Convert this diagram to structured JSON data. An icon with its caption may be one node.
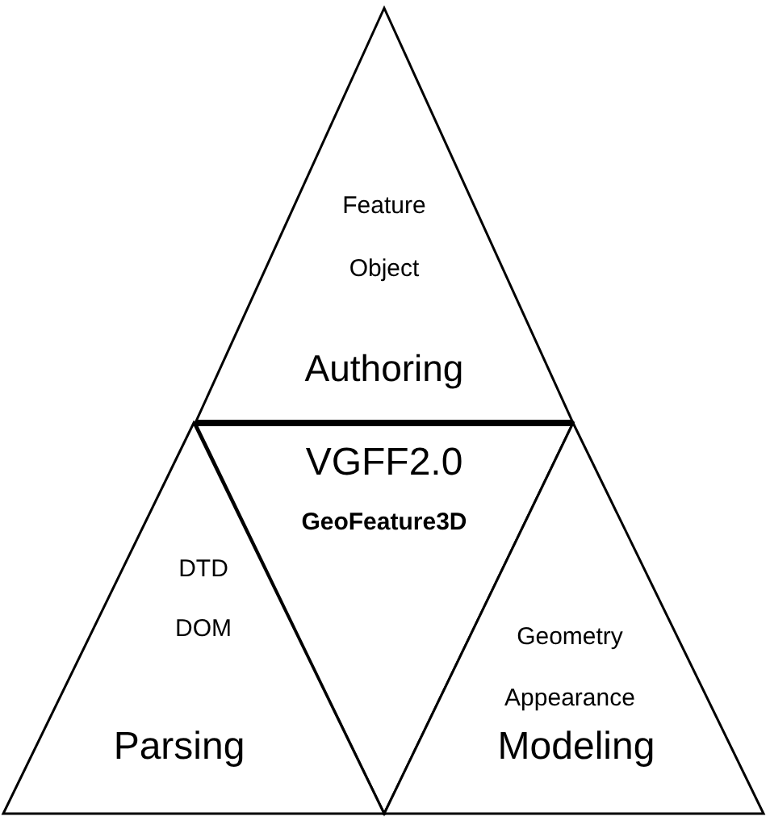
{
  "diagram": {
    "nodes": [
      {
        "text": [
          "Feature",
          "Object",
          "Authoring"
        ]
      },
      {
        "text": [
          "VGFF2.0",
          "GeoFeature3D"
        ]
      },
      {
        "text": [
          "DTD",
          "DOM",
          "Parsing"
        ]
      },
      {
        "text": [
          "Geometry",
          "Appearance",
          "Modeling"
        ]
      }
    ]
  }
}
